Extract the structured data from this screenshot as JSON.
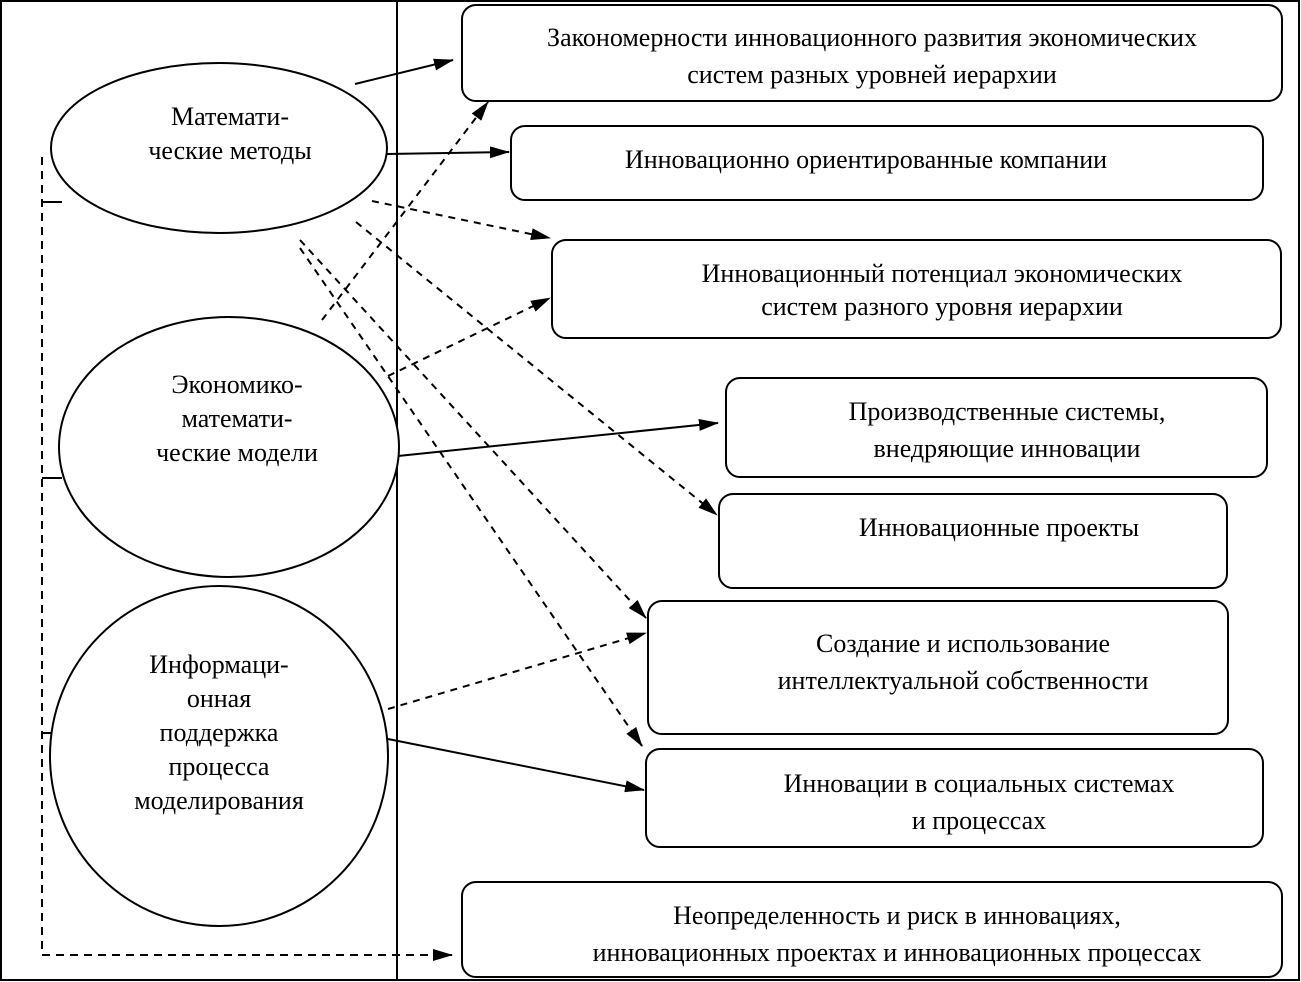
{
  "methods": [
    {
      "id": "math",
      "lines": [
        "Математи-",
        "ческие  методы"
      ]
    },
    {
      "id": "econ",
      "lines": [
        "Экономико-",
        "математи-",
        "ческие  модели"
      ]
    },
    {
      "id": "info",
      "lines": [
        "Информаци-",
        "онная",
        "поддержка",
        "процесса",
        "моделирования"
      ]
    }
  ],
  "targets": [
    {
      "id": "t1",
      "lines": [
        "Закономерности инновационного развития экономических",
        "систем разных уровней иерархии"
      ]
    },
    {
      "id": "t2",
      "lines": [
        "Инновационно ориентированные компании"
      ]
    },
    {
      "id": "t3",
      "lines": [
        "Инновационный потенциал экономических",
        "систем разного уровня иерархии"
      ]
    },
    {
      "id": "t4",
      "lines": [
        "Производственные системы,",
        "внедряющие инновации"
      ]
    },
    {
      "id": "t5",
      "lines": [
        "Инновационные проекты"
      ]
    },
    {
      "id": "t6",
      "lines": [
        "Создание и использование",
        "интеллектуальной собственности"
      ]
    },
    {
      "id": "t7",
      "lines": [
        "Инновации в социальных системах",
        "и процессах"
      ]
    },
    {
      "id": "t8",
      "lines": [
        "Неопределенность и риск в инновациях,",
        "инновационных проектах и инновационных процессах"
      ]
    }
  ],
  "connections": [
    {
      "from": "math",
      "to": "t1",
      "style": "solid"
    },
    {
      "from": "math",
      "to": "t2",
      "style": "solid"
    },
    {
      "from": "math",
      "to": "t3",
      "style": "dashed"
    },
    {
      "from": "math",
      "to": "t5",
      "style": "dashed"
    },
    {
      "from": "math",
      "to": "t6",
      "style": "dashed"
    },
    {
      "from": "math",
      "to": "t7",
      "style": "dashed"
    },
    {
      "from": "econ",
      "to": "t1",
      "style": "dashed"
    },
    {
      "from": "econ",
      "to": "t3",
      "style": "dashed"
    },
    {
      "from": "econ",
      "to": "t4",
      "style": "solid"
    },
    {
      "from": "info",
      "to": "t6",
      "style": "dashed"
    },
    {
      "from": "info",
      "to": "t7",
      "style": "solid"
    },
    {
      "from": "info",
      "to": "t8",
      "style": "dashed"
    }
  ],
  "colors": {
    "line": "#000000",
    "background": "#ffffff"
  }
}
